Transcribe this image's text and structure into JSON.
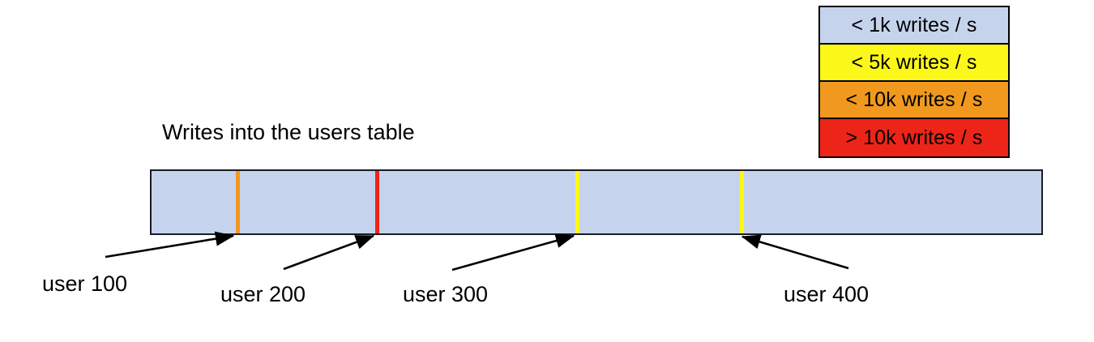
{
  "chart_data": {
    "type": "bar",
    "title": "Writes into the users table",
    "description": "Single horizontal range bar representing the users table keyspace, segmented by write-rate hotspots at four user boundaries.",
    "xlabel": "",
    "ylabel": "",
    "grid": false,
    "legend_position": "top-right",
    "base_color": "#c5d4ec",
    "base_category": "< 1k writes / s",
    "categories": [
      "< 1k writes / s",
      "< 5k writes / s",
      "< 10k writes / s",
      "> 10k writes / s"
    ],
    "colors": [
      "#c5d4ec",
      "#fbf718",
      "#f0991e",
      "#ed2418"
    ],
    "markers": [
      {
        "label": "user 100",
        "color": "#f0991e",
        "category": "< 10k writes / s",
        "position_pct": 9.6
      },
      {
        "label": "user 200",
        "color": "#ed2418",
        "category": "> 10k writes / s",
        "position_pct": 25.2
      },
      {
        "label": "user 300",
        "color": "#fbf718",
        "category": "< 5k writes / s",
        "position_pct": 47.6
      },
      {
        "label": "user 400",
        "color": "#fbf718",
        "category": "< 5k writes / s",
        "position_pct": 66.1
      }
    ]
  },
  "chart": {
    "title": "Writes into the users table"
  },
  "legend": {
    "rows": [
      {
        "label": "< 1k writes / s",
        "color": "#c5d4ec"
      },
      {
        "label": "< 5k writes / s",
        "color": "#fbf718"
      },
      {
        "label": "< 10k writes / s",
        "color": "#f0991e"
      },
      {
        "label": "> 10k writes / s",
        "color": "#ed2418"
      }
    ]
  },
  "bar": {
    "fill_color": "#c5d4ec",
    "border_color": "#1b1b27",
    "markers": [
      {
        "label": "user 100",
        "color": "#f0991e"
      },
      {
        "label": "user 200",
        "color": "#ed2418"
      },
      {
        "label": "user 300",
        "color": "#fbf718"
      },
      {
        "label": "user 400",
        "color": "#fbf718"
      }
    ]
  },
  "callouts": [
    {
      "label": "user 100"
    },
    {
      "label": "user 200"
    },
    {
      "label": "user 300"
    },
    {
      "label": "user 400"
    }
  ]
}
